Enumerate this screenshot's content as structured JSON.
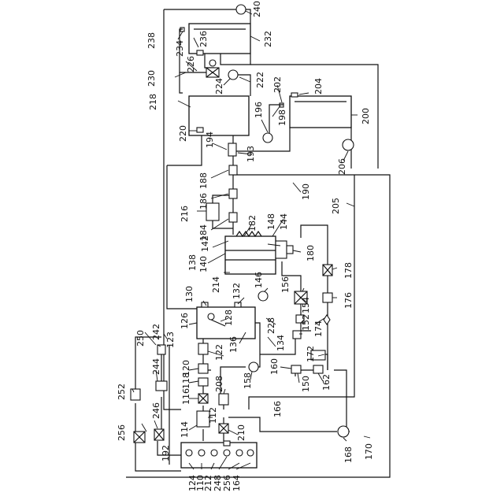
{
  "diagram": {
    "type": "patent-schematic",
    "reference_numerals": [
      "110",
      "112",
      "114",
      "116",
      "118",
      "120",
      "122",
      "123",
      "124",
      "126",
      "128",
      "130",
      "132",
      "134",
      "136",
      "138",
      "140",
      "142",
      "144",
      "146",
      "148",
      "150",
      "152",
      "154",
      "156",
      "158",
      "160",
      "162",
      "164",
      "166",
      "168",
      "170",
      "172",
      "174",
      "176",
      "178",
      "180",
      "182",
      "184",
      "186",
      "188",
      "190",
      "192",
      "193",
      "194",
      "196",
      "198",
      "200",
      "202",
      "204",
      "205",
      "206",
      "208",
      "210",
      "212",
      "214",
      "216",
      "218",
      "220",
      "222",
      "224",
      "226",
      "228",
      "230",
      "232",
      "234",
      "236",
      "238",
      "240",
      "242",
      "244",
      "246",
      "248",
      "250",
      "252",
      "256"
    ],
    "labels": {
      "n240": "240",
      "n238": "238",
      "n236": "236",
      "n234": "234",
      "n232": "232",
      "n226": "226",
      "n230": "230",
      "n224": "224",
      "n222": "222",
      "n202": "202",
      "n204": "204",
      "n218": "218",
      "n198": "198",
      "n196": "196",
      "n200": "200",
      "n220": "220",
      "n194": "194",
      "n193": "193",
      "n206": "206",
      "n188": "188",
      "n190": "190",
      "n186": "186",
      "n216": "216",
      "n205": "205",
      "n184": "184",
      "n182": "182",
      "n148": "148",
      "n144": "144",
      "n142": "142",
      "n138": "138",
      "n140": "140",
      "n180": "180",
      "n178": "178",
      "n214": "214",
      "n146": "146",
      "n156": "156",
      "n130": "130",
      "n132": "132",
      "n176": "176",
      "n126": "126",
      "n128": "128",
      "n228": "228",
      "n154": "154",
      "n152": "152",
      "n174": "174",
      "n250": "250",
      "n242": "242",
      "n123": "123",
      "n136": "136",
      "n134": "134",
      "n122": "122",
      "n172": "172",
      "n244": "244",
      "n120": "120",
      "n118": "118",
      "n160": "160",
      "n150": "150",
      "n158": "158",
      "n162": "162",
      "n252": "252",
      "n116": "116",
      "n208": "208",
      "n246": "246",
      "n112": "112",
      "n166": "166",
      "n114": "114",
      "n210": "210",
      "n256a": "256",
      "n168": "168",
      "n170": "170",
      "n192": "192",
      "n124": "124",
      "n110": "110",
      "n212": "212",
      "n248": "248",
      "n256b": "256",
      "n164": "164"
    }
  }
}
